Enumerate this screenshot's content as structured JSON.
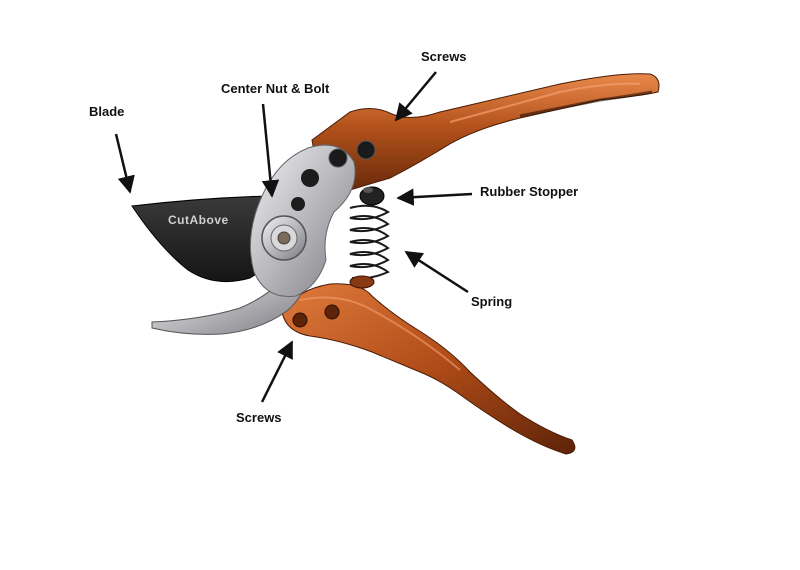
{
  "labels": {
    "blade": "Blade",
    "center_nut_bolt": "Center Nut & Bolt",
    "screws_top": "Screws",
    "rubber_stopper": "Rubber Stopper",
    "spring": "Spring",
    "screws_bottom": "Screws"
  },
  "brand": "CutAbove",
  "colors": {
    "handle": "#b4521c",
    "handle_highlight": "#e07a3c",
    "handle_dark": "#5e2308",
    "blade": "#2a2a2a",
    "steel": "#c8c8cc",
    "arrow": "#111111"
  },
  "icons": {
    "arrow": "arrow-icon"
  }
}
